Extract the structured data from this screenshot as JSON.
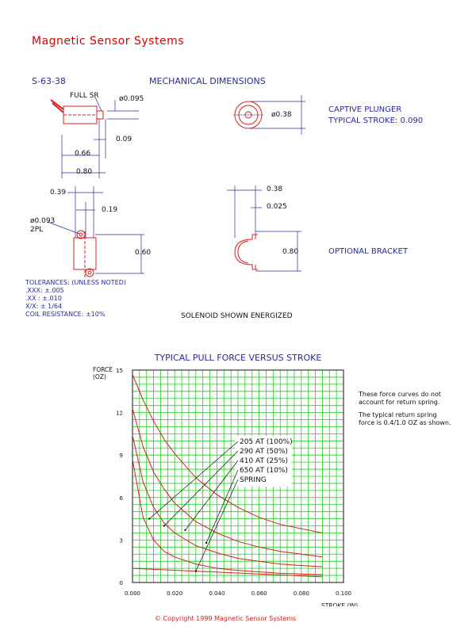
{
  "brand": "Magnetic Sensor Systems",
  "part_number": "S-63-38",
  "section_title": "MECHANICAL DIMENSIONS",
  "dimensions": {
    "full_sr": "FULL SR",
    "dia_0095": "ø0.095",
    "d_009": "0.09",
    "d_066": "0.66",
    "d_080_w": "0.80",
    "d_039": "0.39",
    "d_019": "0.19",
    "dia_0093": "ø0.093",
    "pl2": "2PL",
    "d_060": "0.60",
    "dia_038": "ø0.38",
    "captive_plunger": "CAPTIVE PLUNGER",
    "typical_stroke": "TYPICAL STROKE: 0.090",
    "d_038": "0.38",
    "d_0025": "0.025",
    "d_080_h": "0.80",
    "optional_bracket": "OPTIONAL BRACKET"
  },
  "tolerances": [
    "TOLERANCES: (UNLESS NOTED)",
    ".XXX: ±.005",
    ".XX : ±.010",
    "X/X: ± 1/64",
    "COIL RESISTANCE: ±10%"
  ],
  "solenoid_note": "SOLENOID SHOWN ENERGIZED",
  "notes": [
    "These force curves do not",
    "account for return spring.",
    "The typical return spring",
    "force is 0.4/1.0 OZ as shown."
  ],
  "copyright": "©  Copyright 1999 Magnetic Sensor Systems",
  "colors": {
    "brand": "#d90000",
    "grid": "#22cc22",
    "curve": "#d42020",
    "label": "#2a2a9a"
  },
  "chart_data": {
    "type": "line",
    "title": "TYPICAL PULL FORCE VERSUS STROKE",
    "ylabel": "FORCE\n(OZ)",
    "xlabel": "STROKE (IN)",
    "xlim": [
      0,
      0.1
    ],
    "ylim": [
      0,
      15
    ],
    "xticks": [
      "0.000",
      "0.020",
      "0.040",
      "0.060",
      "0.080",
      "0.100"
    ],
    "yticks": [
      "0",
      "3",
      "6",
      "9",
      "12",
      "15"
    ],
    "grid": true,
    "series": [
      {
        "name": "205 AT (100%)",
        "x": [
          0,
          0.005,
          0.01,
          0.015,
          0.02,
          0.03,
          0.04,
          0.05,
          0.06,
          0.07,
          0.08,
          0.09
        ],
        "values": [
          14.7,
          12.9,
          11.4,
          10.1,
          9.1,
          7.4,
          6.2,
          5.3,
          4.6,
          4.1,
          3.8,
          3.5
        ]
      },
      {
        "name": "290 AT (50%)",
        "x": [
          0,
          0.005,
          0.01,
          0.015,
          0.02,
          0.03,
          0.04,
          0.05,
          0.06,
          0.07,
          0.08,
          0.09
        ],
        "values": [
          12.3,
          9.6,
          7.8,
          6.6,
          5.6,
          4.3,
          3.5,
          2.9,
          2.5,
          2.2,
          2.0,
          1.8
        ]
      },
      {
        "name": "410 AT (25%)",
        "x": [
          0,
          0.005,
          0.01,
          0.015,
          0.02,
          0.03,
          0.04,
          0.05,
          0.06,
          0.07,
          0.08,
          0.09
        ],
        "values": [
          10.4,
          7.1,
          5.3,
          4.2,
          3.5,
          2.6,
          2.1,
          1.7,
          1.5,
          1.3,
          1.2,
          1.1
        ]
      },
      {
        "name": "650 AT (10%)",
        "x": [
          0,
          0.005,
          0.01,
          0.015,
          0.02,
          0.03,
          0.04,
          0.05,
          0.06,
          0.07,
          0.08,
          0.09
        ],
        "values": [
          8.7,
          4.6,
          3.0,
          2.2,
          1.8,
          1.3,
          1.0,
          0.85,
          0.75,
          0.65,
          0.6,
          0.55
        ]
      },
      {
        "name": "SPRING",
        "x": [
          0,
          0.09
        ],
        "values": [
          1.0,
          0.4
        ]
      }
    ]
  }
}
